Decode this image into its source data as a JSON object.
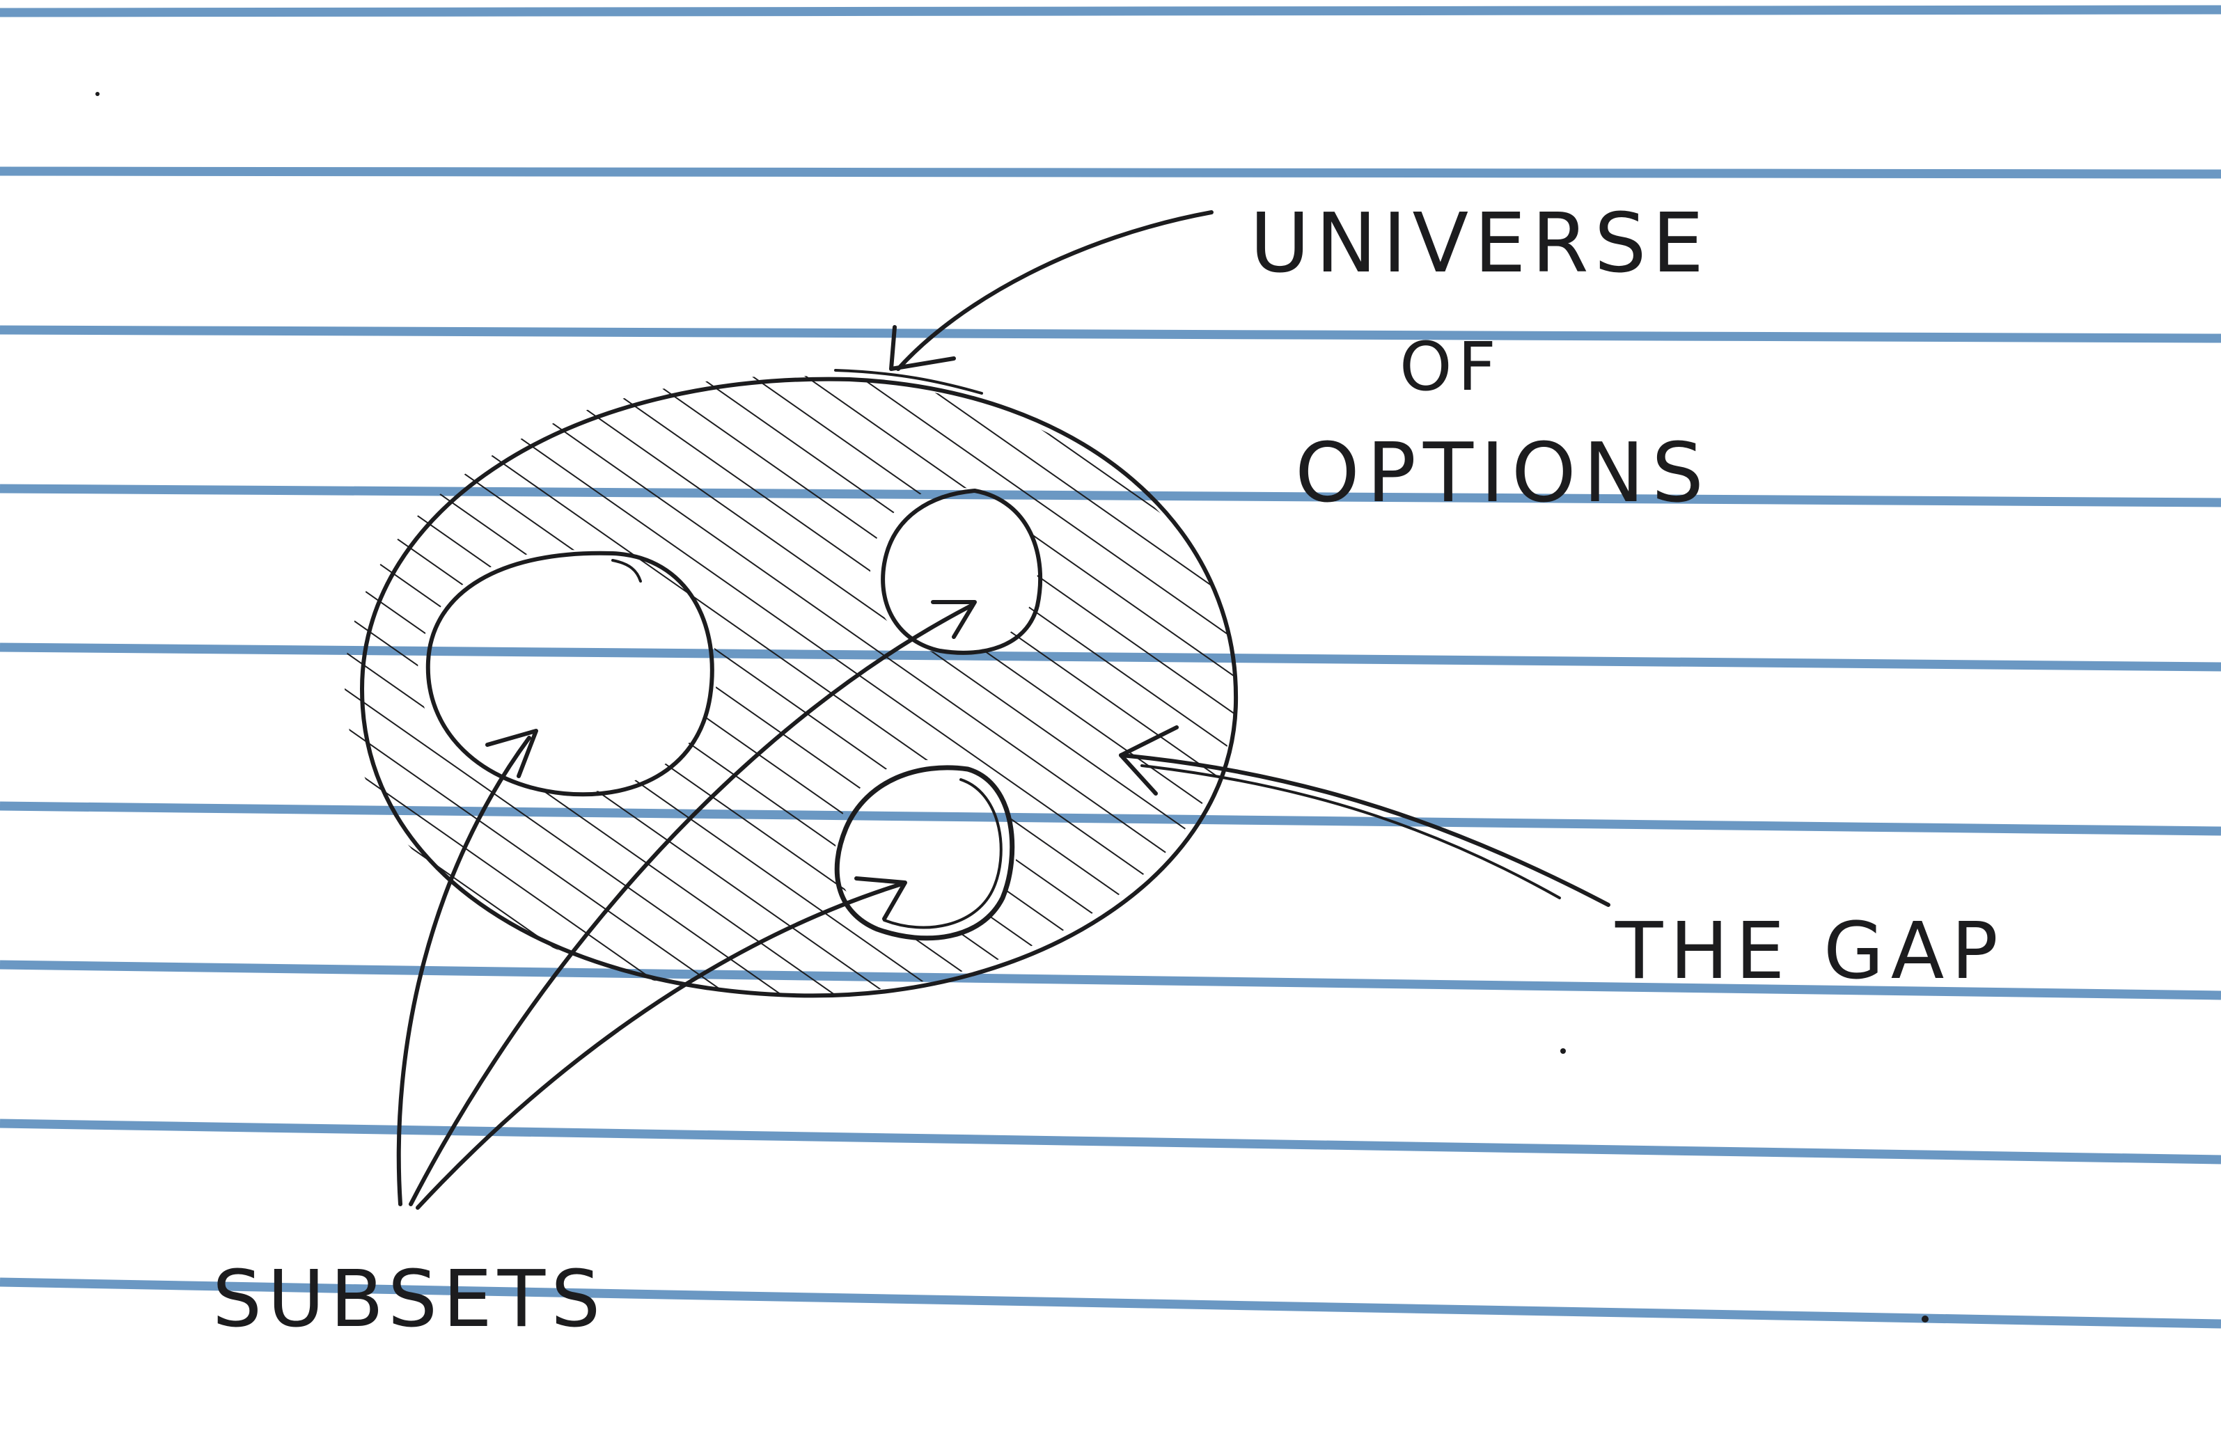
{
  "paper": {
    "background": "#ffffff",
    "rule_color": "#5b8dbc",
    "ink_color": "#1c1c1e",
    "rule_count": 9
  },
  "labels": {
    "universe_line1": "UNIVERSE",
    "universe_line2": "OF",
    "universe_line3": "OPTIONS",
    "gap": "THE GAP",
    "subsets": "SUBSETS"
  },
  "diagram": {
    "subset_count": 3,
    "shaded_region": "universe minus subsets"
  }
}
